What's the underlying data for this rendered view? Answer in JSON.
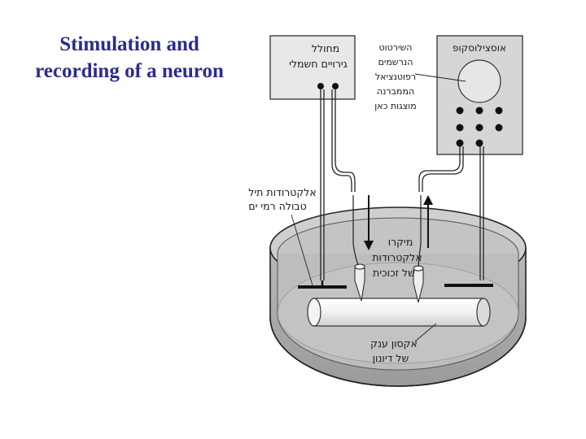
{
  "title": {
    "line1": "Stimulation and",
    "line2": "recording of a neuron"
  },
  "diagram": {
    "stimulator": {
      "line1": "מחולל",
      "line2": "גירויים חשמלי"
    },
    "oscilloscope": {
      "title": "אוסצילוסקופ"
    },
    "trace_note": {
      "line1": "השירטוט",
      "line2": "הנרשמים",
      "line3": "רפוטנציאל",
      "line4": "הממברנה",
      "line5": "מוצגות כאן"
    },
    "stim_electrodes": {
      "line1": "אלקטרודות תיל",
      "line2": "טבולה רמי ים"
    },
    "recording_electrodes": {
      "line1": "מיקרו",
      "line2": "אלקטרודות",
      "line3": "של זכוכית"
    },
    "axon": {
      "line1": "אקסון ענק",
      "line2": "של דיונון"
    }
  }
}
